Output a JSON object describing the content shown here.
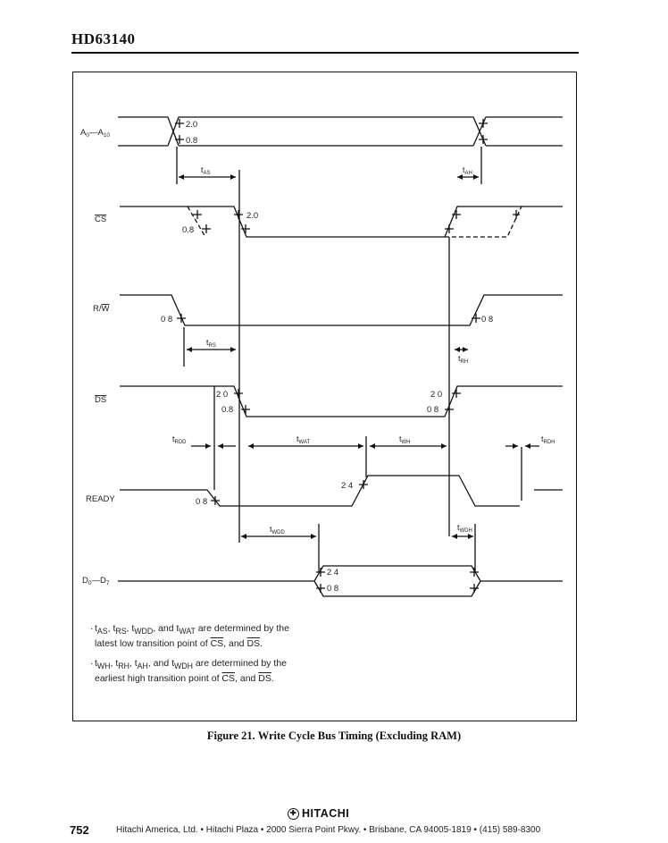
{
  "header": {
    "part_number": "HD63140"
  },
  "signals": {
    "addr": {
      "main": "A",
      "sub1": "0",
      "dash": "—",
      "main2": "A",
      "sub2": "10"
    },
    "cs": "CS",
    "rw_r": "R/",
    "rw_w": "W",
    "ds": "DS",
    "ready": "READY",
    "data": {
      "main": "D",
      "sub1": "0",
      "dash": "—",
      "main2": "D",
      "sub2": "7"
    }
  },
  "levels": {
    "high": "2.0",
    "low": "0.8",
    "high_alt": "2 0",
    "low_alt": "0 8",
    "high_24": "2 4"
  },
  "timing": {
    "t_as": {
      "main": "t",
      "sub": "AS"
    },
    "t_ah": {
      "main": "t",
      "sub": "AH"
    },
    "t_rs": {
      "main": "t",
      "sub": "RS"
    },
    "t_rh": {
      "main": "t",
      "sub": "RH"
    },
    "t_rdd": {
      "main": "t",
      "sub": "RDD"
    },
    "t_wat": {
      "main": "t",
      "sub": "WAT"
    },
    "t_wh": {
      "main": "t",
      "sub": "WH"
    },
    "t_rdh": {
      "main": "t",
      "sub": "RDH"
    },
    "t_wdd": {
      "main": "t",
      "sub": "WDD"
    },
    "t_wdh": {
      "main": "t",
      "sub": "WDH"
    }
  },
  "notes": {
    "bullet": "·",
    "n1_line1_a": "t",
    "n1_line1_as": "AS",
    "n1_line1_b": ", t",
    "n1_line1_rs": "RS",
    "n1_line1_c": ", t",
    "n1_line1_wdd": "WDD",
    "n1_line1_d": ", and t",
    "n1_line1_wat": "WAT",
    "n1_line1_e": " are determined by the",
    "n1_line2_a": "latest low transition point of ",
    "n1_line2_cs": "CS",
    "n1_line2_b": ", and ",
    "n1_line2_ds": "DS",
    "n1_line2_c": ".",
    "n2_line1_a": "t",
    "n2_line1_wh": "WH",
    "n2_line1_b": ", t",
    "n2_line1_rh": "RH",
    "n2_line1_c": ", t",
    "n2_line1_ah": "AH",
    "n2_line1_d": ", and t",
    "n2_line1_wdh": "WDH",
    "n2_line1_e": " are determined by the",
    "n2_line2_a": "earliest high transition point of ",
    "n2_line2_cs": "CS",
    "n2_line2_b": ", and ",
    "n2_line2_ds": "DS",
    "n2_line2_c": "."
  },
  "caption": "Figure 21.   Write Cycle Bus Timing (Excluding RAM)",
  "footer": {
    "page_number": "752",
    "brand": "HITACHI",
    "address": "Hitachi America, Ltd. • Hitachi Plaza • 2000 Sierra Point Pkwy. • Brisbane, CA 94005-1819 • (415) 589-8300"
  }
}
